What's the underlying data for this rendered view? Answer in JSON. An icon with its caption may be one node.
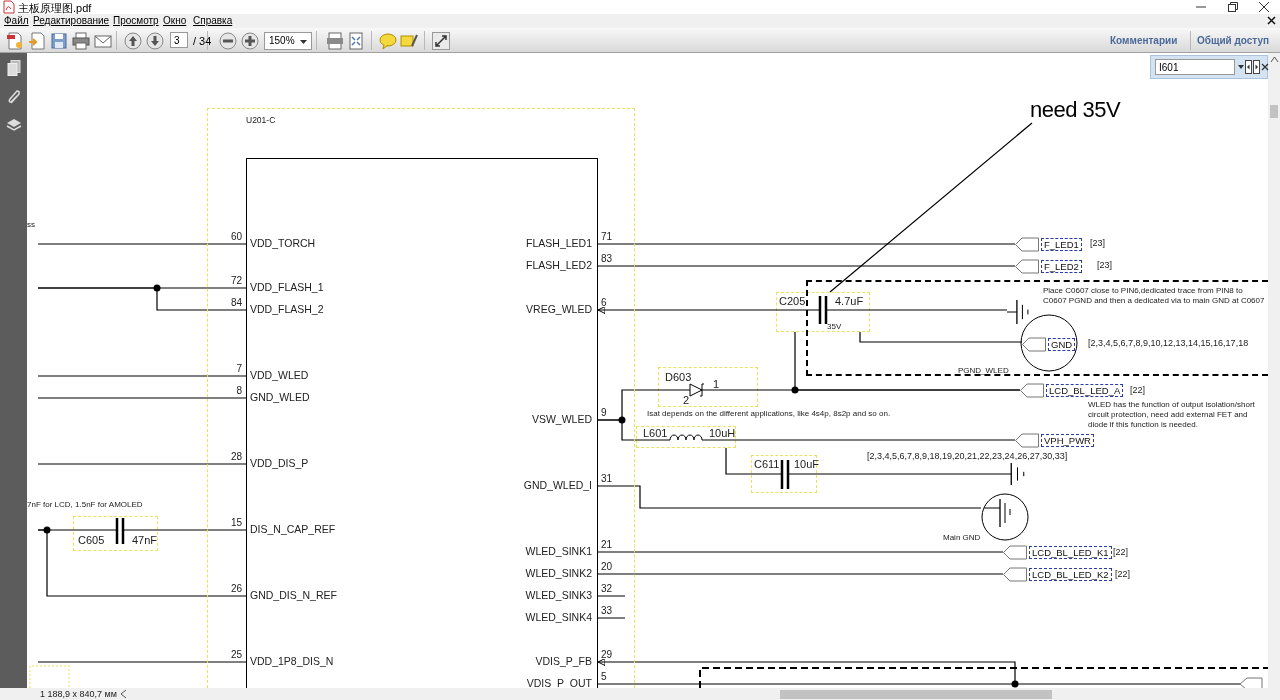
{
  "diagram": {
    "nodes": [
      {
        "text": [
          "U201-C"
        ]
      },
      {
        "text": [],
        "shape": "box",
        "in": 0
      },
      {
        "text": [
          "F_LED1"
        ],
        "beside": [
          "[23]"
        ]
      },
      {
        "text": [
          "F_LED2"
        ],
        "beside": [
          "[23]"
        ]
      },
      {
        "text": [
          "C205",
          "4.7uF",
          "35V"
        ]
      },
      {
        "text": [
          "PGND_WLED",
          "Place C0607 close to PIN6,dedicated trace from PIN8 to C0607 PGND and then a dedicated via to main GND at C0607"
        ]
      },
      {
        "text": [],
        "shape": "ground",
        "in": 5
      },
      {
        "text": [
          "GND"
        ],
        "beside": [
          "[2,3,4,5,6,7,8,9,10,12,13,14,15,16,17,18"
        ],
        "in": 5
      },
      {
        "text": [
          "D603",
          "2",
          "1"
        ]
      },
      {
        "text": [
          "LCD_BL_LED_A"
        ],
        "beside": [
          "[22]"
        ]
      },
      {
        "text": [
          "L601",
          "10uH"
        ]
      },
      {
        "text": [
          "VPH_PWR"
        ],
        "beside": [
          "[2,3,4,5,6,7,8,9,18,19,20,21,22,23,24,26,27,30,33]"
        ]
      },
      {
        "text": [
          "C611",
          "10uF"
        ]
      },
      {
        "text": [],
        "shape": "ground"
      },
      {
        "text": [],
        "shape": "ground",
        "beside": [
          "Main GND"
        ]
      },
      {
        "text": [
          "LCD_BL_LED_K1"
        ],
        "beside": [
          "[22]"
        ]
      },
      {
        "text": [
          "LCD_BL_LED_K2"
        ],
        "beside": [
          "[22]"
        ]
      },
      {
        "text": [
          "C605",
          "47nF"
        ]
      },
      {
        "text": [
          "need 35V"
        ]
      }
    ],
    "edges": [
      {
        "from": null,
        "to": 1,
        "arrow": "none"
      },
      {
        "from": null,
        "to": 1,
        "arrow": "none"
      },
      {
        "from": null,
        "to": 1,
        "arrow": "none"
      },
      {
        "from": null,
        "to": 1,
        "arrow": "none"
      },
      {
        "from": null,
        "to": 1,
        "arrow": "none"
      },
      {
        "from": null,
        "to": 1,
        "arrow": "none"
      },
      {
        "from": null,
        "to": 17,
        "arrow": "none"
      },
      {
        "from": 17,
        "to": 1,
        "arrow": "none"
      },
      {
        "from": null,
        "to": 1,
        "arrow": "none"
      },
      {
        "from": null,
        "to": 1,
        "arrow": "none"
      },
      {
        "from": 1,
        "to": 2,
        "arrow": "none"
      },
      {
        "from": 1,
        "to": 3,
        "arrow": "none"
      },
      {
        "from": 4,
        "to": 1,
        "arrow": "to"
      },
      {
        "from": 4,
        "to": 6,
        "arrow": "none"
      },
      {
        "from": 4,
        "to": 7,
        "arrow": "none"
      },
      {
        "from": 4,
        "to": 9,
        "arrow": "none"
      },
      {
        "from": 1,
        "to": 8,
        "arrow": "none"
      },
      {
        "from": 8,
        "to": 9,
        "arrow": "none"
      },
      {
        "from": 1,
        "to": 10,
        "arrow": "none"
      },
      {
        "from": 10,
        "to": 11,
        "arrow": "none"
      },
      {
        "from": 10,
        "to": 12,
        "arrow": "none"
      },
      {
        "from": 12,
        "to": 13,
        "arrow": "none"
      },
      {
        "from": 1,
        "to": 14,
        "arrow": "none"
      },
      {
        "from": 1,
        "to": 15,
        "arrow": "none"
      },
      {
        "from": 1,
        "to": 16,
        "arrow": "none"
      },
      {
        "from": null,
        "to": 1,
        "arrow": "to"
      },
      {
        "from": 1,
        "to": null,
        "arrow": "none"
      },
      {
        "from": 18,
        "to": 4,
        "arrow": "none"
      }
    ],
    "labels": [
      "主板原理图.pdf",
      "Файл",
      "Редактирование",
      "Просмотр",
      "Окно",
      "Справка",
      "3",
      "/ 34",
      "150%",
      "Комментарии",
      "Общий доступ",
      "I601",
      "ss",
      "60",
      "VDD_TORCH",
      "FLASH_LED1",
      "71",
      "FLASH_LED2",
      "83",
      "72",
      "VDD_FLASH_1",
      "84",
      "VDD_FLASH_2",
      "VREG_WLED",
      "6",
      "7",
      "VDD_WLED",
      "8",
      "GND_WLED",
      "VSW_WLED",
      "9",
      "Isat depends on the different applications, like 4s4p, 8s2p and so on.",
      "WLED has the function of output isolation/short circuit protection, need add external FET and diode if this function is needed.",
      "28",
      "VDD_DIS_P",
      "GND_WLED_I",
      "31",
      "7nF for LCD, 1.5nF for AMOLED",
      "15",
      "DIS_N_CAP_REF",
      "WLED_SINK1",
      "21",
      "WLED_SINK2",
      "20",
      "26",
      "GND_DIS_N_REF",
      "WLED_SINK3",
      "32",
      "WLED_SINK4",
      "33",
      "25",
      "VDD_1P8_DIS_N",
      "VDIS_P_FB",
      "29",
      "VDIS_P_OUT",
      "5",
      "1 188,9 x 840,7 мм"
    ]
  }
}
